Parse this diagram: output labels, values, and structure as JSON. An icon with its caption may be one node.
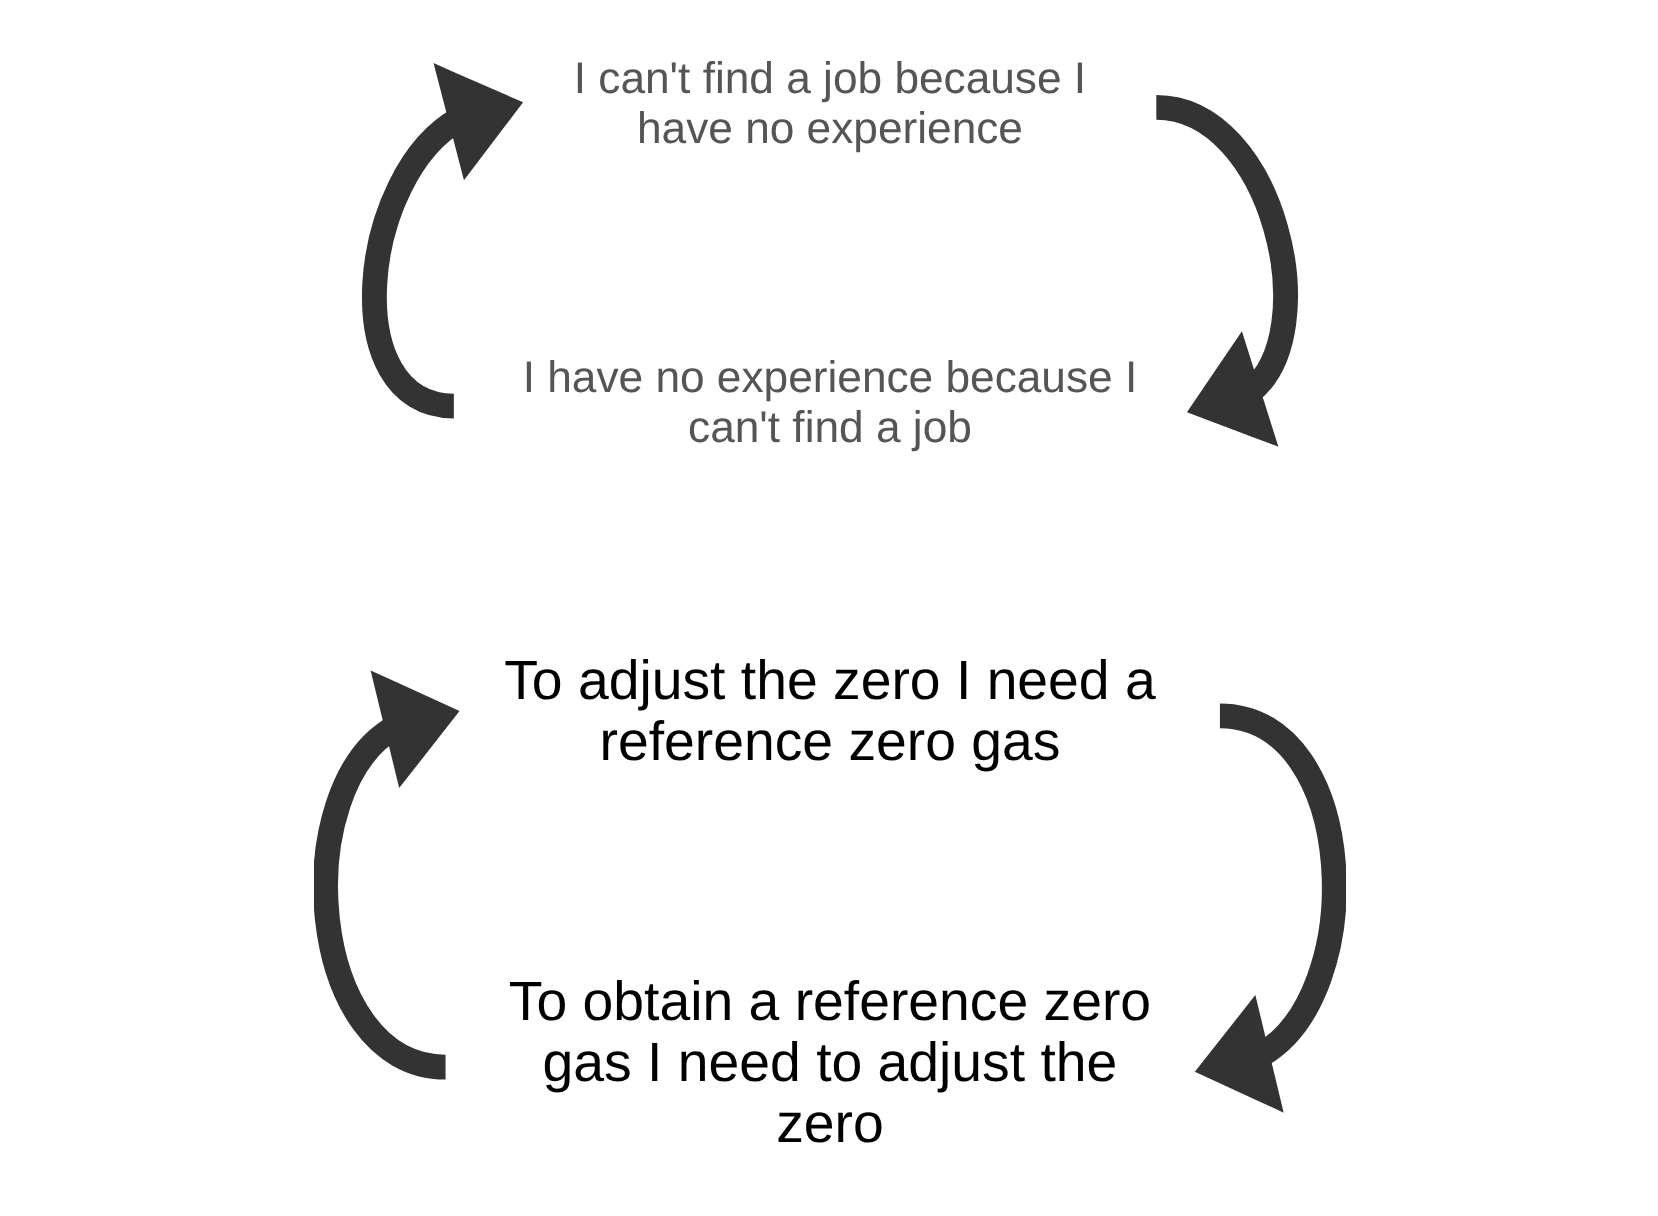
{
  "diagram": {
    "nodes": [
      {
        "text": [
          "I can't find a job because I have no experience"
        ]
      },
      {
        "text": [
          "I have no experience because I can't find a job"
        ]
      },
      {
        "text": [
          "To adjust the zero I need a reference zero gas"
        ]
      },
      {
        "text": [
          "To obtain a reference zero gas I need to adjust the zero"
        ]
      }
    ],
    "edges": [
      {
        "from": 0,
        "to": 1,
        "arrow": "to"
      },
      {
        "from": 1,
        "to": 0,
        "arrow": "to"
      },
      {
        "from": 2,
        "to": 3,
        "arrow": "to"
      },
      {
        "from": 3,
        "to": 2,
        "arrow": "to"
      }
    ]
  }
}
